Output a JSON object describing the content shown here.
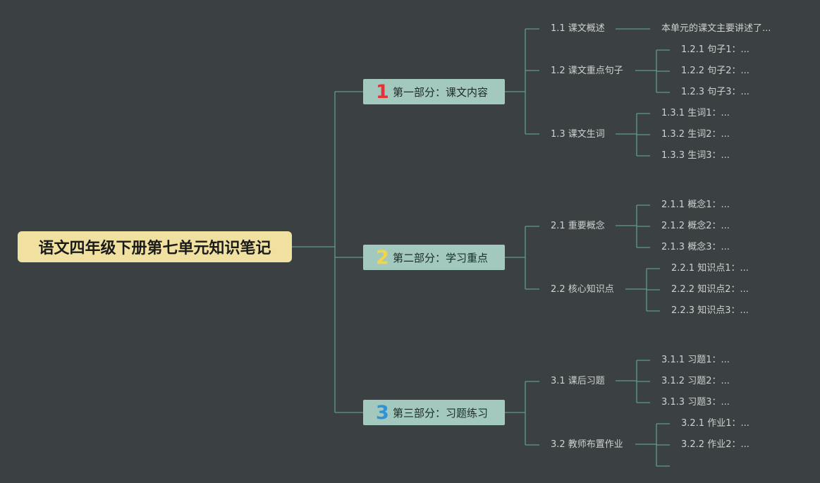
{
  "root": {
    "title": "语文四年级下册第七单元知识笔记"
  },
  "colors": {
    "background": "#3b4142",
    "line": "#5f9b8d",
    "root_fill": "#f0e1a0",
    "section_fill": "#a3c8bd",
    "num1": "#e0333a",
    "num2": "#f2d54a",
    "num3": "#2f93d6"
  },
  "sections": [
    {
      "num": "1",
      "label": "第一部分：课文内容",
      "items": [
        {
          "label": "1.1 课文概述",
          "children": [
            "本单元的课文主要讲述了..."
          ]
        },
        {
          "label": "1.2 课文重点句子",
          "children": [
            "1.2.1 句子1：...",
            "1.2.2 句子2：...",
            "1.2.3 句子3：..."
          ]
        },
        {
          "label": "1.3 课文生词",
          "children": [
            "1.3.1 生词1：...",
            "1.3.2 生词2：...",
            "1.3.3 生词3：..."
          ]
        }
      ]
    },
    {
      "num": "2",
      "label": "第二部分：学习重点",
      "items": [
        {
          "label": "2.1 重要概念",
          "children": [
            "2.1.1 概念1：...",
            "2.1.2 概念2：...",
            "2.1.3 概念3：..."
          ]
        },
        {
          "label": "2.2 核心知识点",
          "children": [
            "2.2.1 知识点1：...",
            "2.2.2 知识点2：...",
            "2.2.3 知识点3：..."
          ]
        }
      ]
    },
    {
      "num": "3",
      "label": "第三部分：习题练习",
      "items": [
        {
          "label": "3.1 课后习题",
          "children": [
            "3.1.1 习题1：...",
            "3.1.2 习题2：...",
            "3.1.3 习题3：..."
          ]
        },
        {
          "label": "3.2 教师布置作业",
          "children": [
            "3.2.1 作业1：...",
            "3.2.2 作业2：...",
            ""
          ]
        }
      ]
    }
  ]
}
